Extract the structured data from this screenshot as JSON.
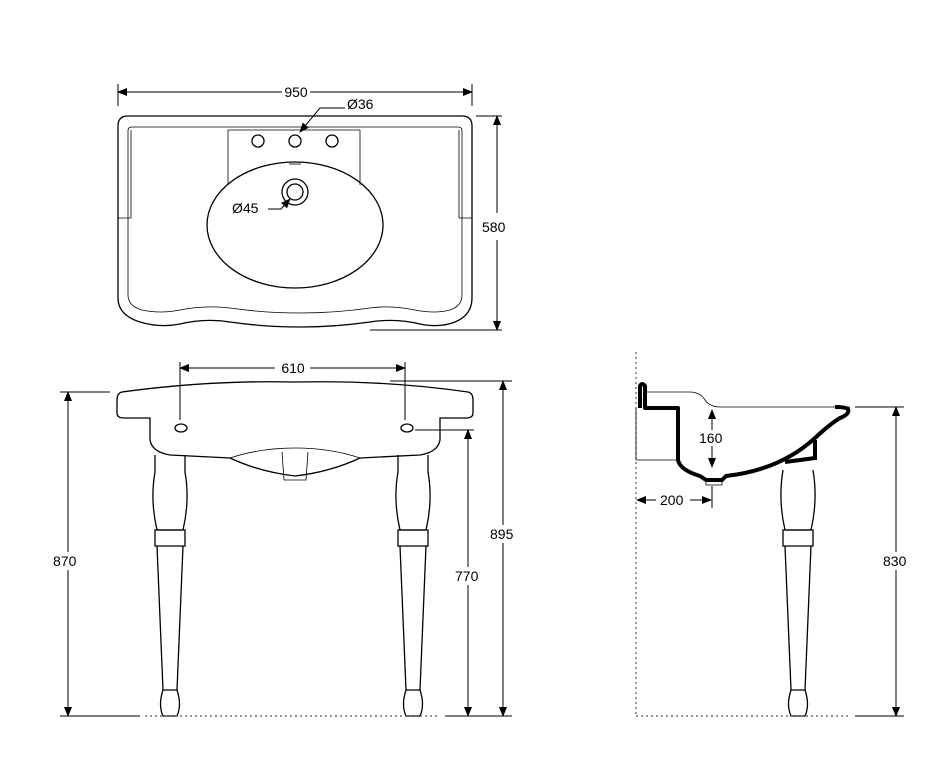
{
  "top_view": {
    "width": "950",
    "depth": "580",
    "tap_hole": "Ø36",
    "waste_hole": "Ø45"
  },
  "front_view": {
    "leg_spacing": "610",
    "rim_height": "870",
    "overall_height": "895",
    "underside_height": "770"
  },
  "side_view": {
    "bowl_depth": "160",
    "waste_offset": "200",
    "height": "830"
  },
  "colors": {
    "line": "#000000",
    "background": "#ffffff"
  }
}
